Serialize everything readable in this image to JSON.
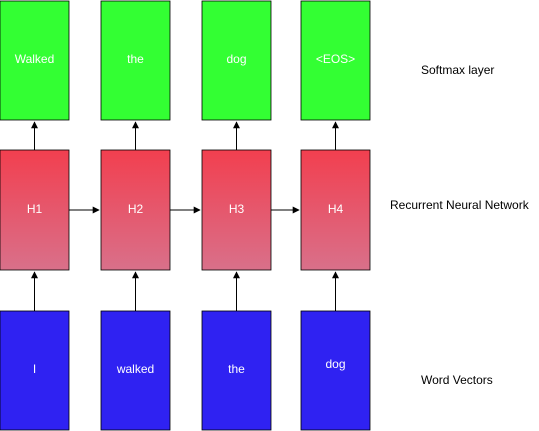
{
  "colors": {
    "softmax_fill": "#33ff33",
    "rnn_top": "#f23f4f",
    "rnn_bottom": "#d9708a",
    "word_fill": "#2f22f2",
    "stroke": "#000000",
    "arrow": "#000000"
  },
  "softmax": {
    "label": "Softmax layer",
    "outputs": [
      "Walked",
      "the",
      "dog",
      "<EOS>"
    ]
  },
  "rnn": {
    "label": "Recurrent Neural Network",
    "hidden": [
      "H1",
      "H2",
      "H3",
      "H4"
    ]
  },
  "words": {
    "label": "Word Vectors",
    "inputs": [
      "I",
      "walked",
      "the",
      "dog"
    ]
  }
}
